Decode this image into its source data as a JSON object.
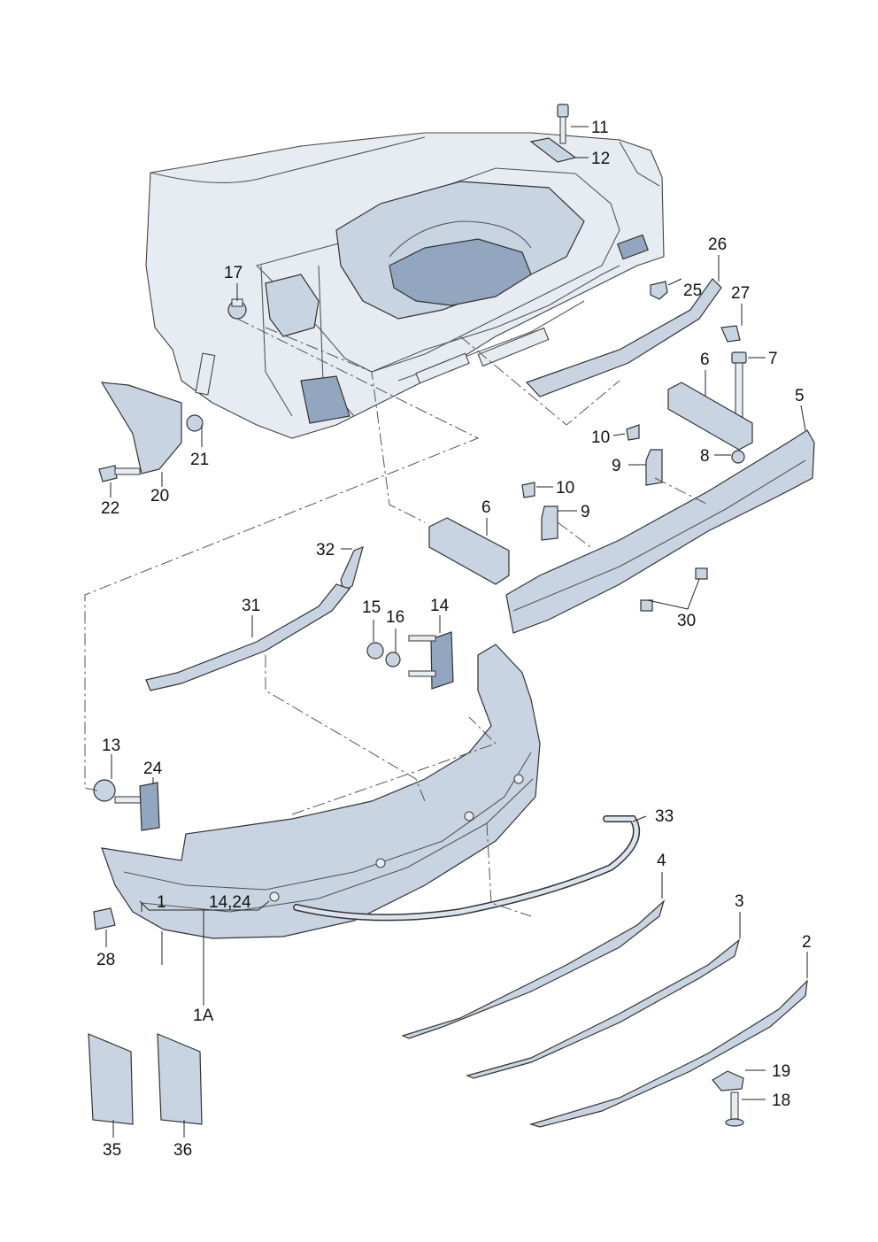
{
  "callouts": [
    {
      "id": "c11",
      "text": "11"
    },
    {
      "id": "c12",
      "text": "12"
    },
    {
      "id": "c26",
      "text": "26"
    },
    {
      "id": "c25",
      "text": "25"
    },
    {
      "id": "c27",
      "text": "27"
    },
    {
      "id": "c17",
      "text": "17"
    },
    {
      "id": "c7",
      "text": "7"
    },
    {
      "id": "c6a",
      "text": "6"
    },
    {
      "id": "c5",
      "text": "5"
    },
    {
      "id": "c10a",
      "text": "10"
    },
    {
      "id": "c9a",
      "text": "9"
    },
    {
      "id": "c8",
      "text": "8"
    },
    {
      "id": "c21",
      "text": "21"
    },
    {
      "id": "c22",
      "text": "22"
    },
    {
      "id": "c20",
      "text": "20"
    },
    {
      "id": "c10b",
      "text": "10"
    },
    {
      "id": "c9b",
      "text": "9"
    },
    {
      "id": "c6b",
      "text": "6"
    },
    {
      "id": "c32",
      "text": "32"
    },
    {
      "id": "c31",
      "text": "31"
    },
    {
      "id": "c15",
      "text": "15"
    },
    {
      "id": "c16",
      "text": "16"
    },
    {
      "id": "c14",
      "text": "14"
    },
    {
      "id": "c30",
      "text": "30"
    },
    {
      "id": "c13",
      "text": "13"
    },
    {
      "id": "c24",
      "text": "24"
    },
    {
      "id": "c33",
      "text": "33"
    },
    {
      "id": "c4",
      "text": "4"
    },
    {
      "id": "c3",
      "text": "3"
    },
    {
      "id": "c2",
      "text": "2"
    },
    {
      "id": "c28",
      "text": "28"
    },
    {
      "id": "c1",
      "text": "1"
    },
    {
      "id": "c1424",
      "text": "14,24"
    },
    {
      "id": "c1A",
      "text": "1A"
    },
    {
      "id": "c19",
      "text": "19"
    },
    {
      "id": "c18",
      "text": "18"
    },
    {
      "id": "c35",
      "text": "35"
    },
    {
      "id": "c36",
      "text": "36"
    }
  ]
}
